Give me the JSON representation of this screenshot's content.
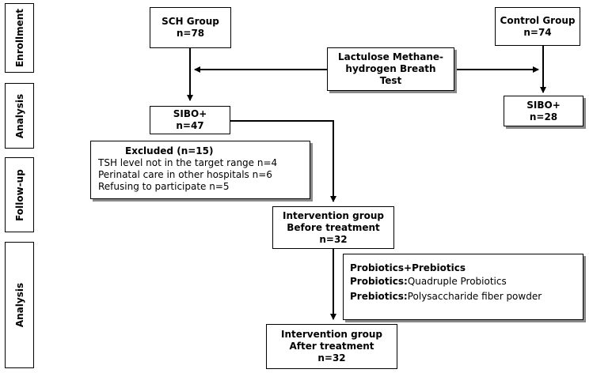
{
  "stages": [
    {
      "key": "enrollment",
      "label": "Enrollment"
    },
    {
      "key": "analysis1",
      "label": "Analysis"
    },
    {
      "key": "followup",
      "label": "Follow-up"
    },
    {
      "key": "analysis2",
      "label": "Analysis"
    }
  ],
  "boxes": {
    "sch_group": {
      "title": "SCH Group",
      "count": "n=78"
    },
    "control_group": {
      "title": "Control Group",
      "count": "n=74"
    },
    "breath_test": {
      "line1": "Lactulose Methane-",
      "line2": "hydrogen Breath",
      "line3": "Test"
    },
    "sibo_sch": {
      "title": "SIBO+",
      "count": "n=47"
    },
    "sibo_control": {
      "title": "SIBO+",
      "count": "n=28"
    },
    "excluded": {
      "header": "Excluded  (n=15)",
      "items": [
        "TSH level  not in the target range n=4",
        "Perinatal care in other hospitals n=6",
        "Refusing to participate n=5"
      ]
    },
    "intervention_before": {
      "line1": "Intervention group",
      "line2": "Before treatment",
      "count": "n=32"
    },
    "treatment": {
      "title": "Probiotics+Prebiotics",
      "probiotics_label": "Probiotics:",
      "probiotics_value": "Quadruple  Probiotics",
      "prebiotics_label": "Prebiotics:",
      "prebiotics_value": "Polysaccharide fiber powder"
    },
    "intervention_after": {
      "line1": "Intervention group",
      "line2": "After treatment",
      "count": "n=32"
    }
  }
}
